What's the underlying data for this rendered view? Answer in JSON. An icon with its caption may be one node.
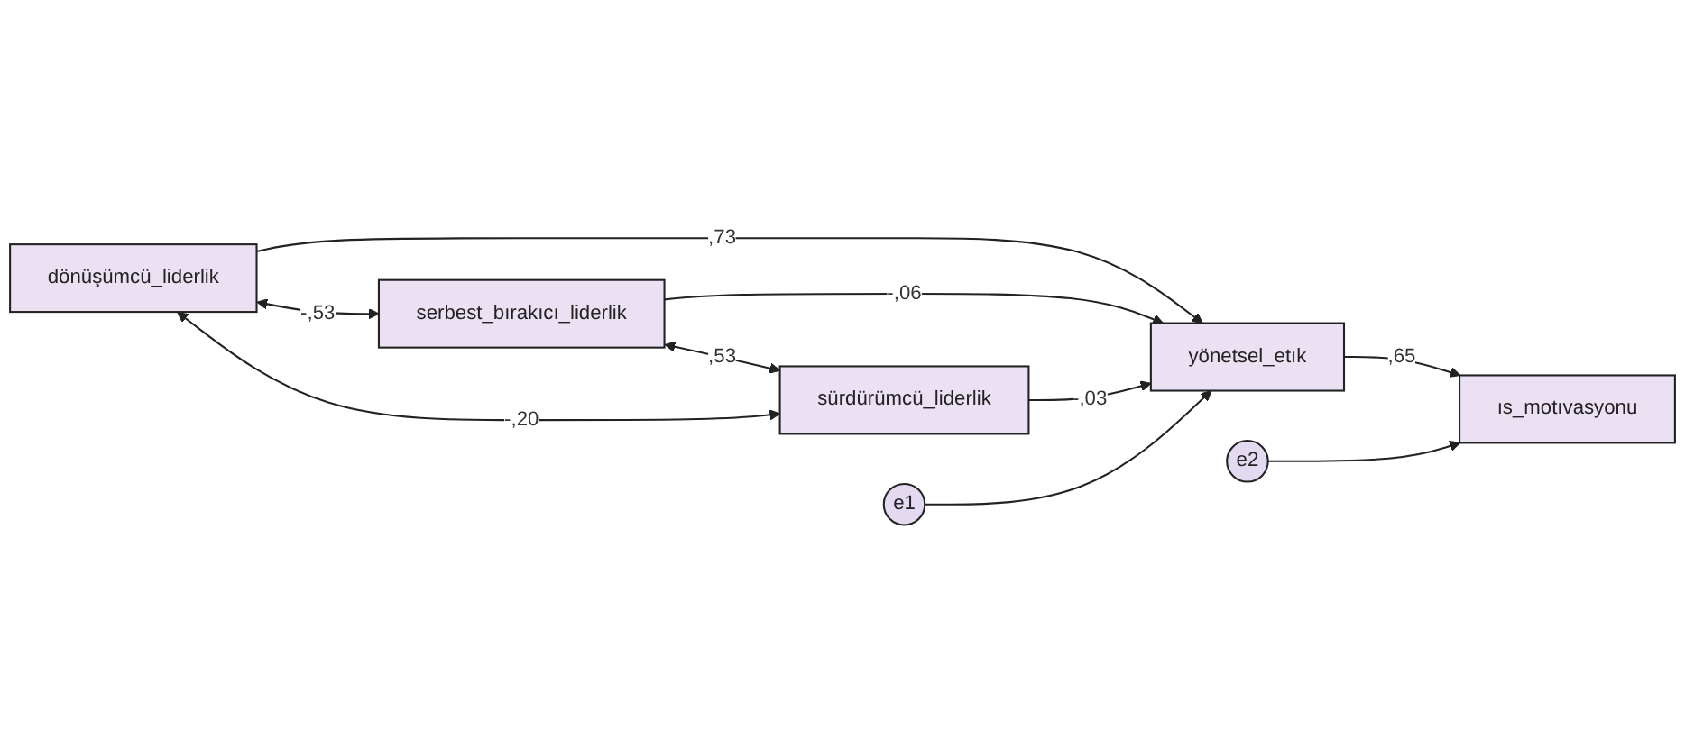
{
  "diagram": {
    "nodes": [
      {
        "text": [
          "dönüşümcü_liderlik"
        ]
      },
      {
        "text": [
          "serbest_bırakıcı_liderlik"
        ]
      },
      {
        "text": [
          "sürdürümcü_liderlik"
        ]
      },
      {
        "text": [
          "e1"
        ]
      },
      {
        "text": [
          "yönetsel_etık"
        ]
      },
      {
        "text": [
          "e2"
        ]
      },
      {
        "text": [
          "ıs_motıvasyonu"
        ]
      }
    ],
    "edges": [
      {
        "from": 0,
        "to": 4,
        "arrow": "to",
        "label": ",73"
      },
      {
        "from": 1,
        "to": 4,
        "arrow": "to",
        "label": "-,06"
      },
      {
        "from": 2,
        "to": 4,
        "arrow": "to",
        "label": "-,03"
      },
      {
        "from": 3,
        "to": 4,
        "arrow": "to"
      },
      {
        "from": 4,
        "to": 6,
        "arrow": "to",
        "label": ",65"
      },
      {
        "from": 5,
        "to": 6,
        "arrow": "to"
      },
      {
        "from": 0,
        "to": 1,
        "arrow": "both",
        "label": "-,53"
      },
      {
        "from": 1,
        "to": 2,
        "arrow": "both",
        "label": ",53"
      },
      {
        "from": 0,
        "to": 2,
        "arrow": "both",
        "label": "-,20"
      }
    ]
  }
}
